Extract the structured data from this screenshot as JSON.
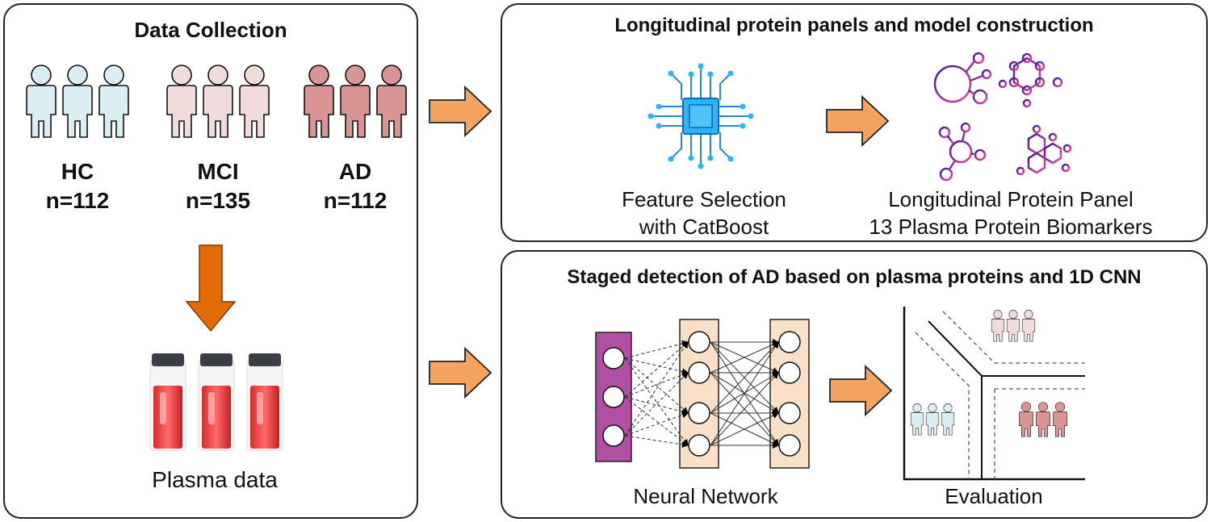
{
  "data_collection": {
    "title": "Data Collection",
    "groups": [
      {
        "label": "HC",
        "count": "n=112"
      },
      {
        "label": "MCI",
        "count": "n=135"
      },
      {
        "label": "AD",
        "count": "n=112"
      }
    ],
    "plasma_label": "Plasma data"
  },
  "panel_top": {
    "title": "Longitudinal protein panels and model construction",
    "feature_line1": "Feature Selection",
    "feature_line2": "with CatBoost",
    "panel_line1": "Longitudinal Protein Panel",
    "panel_line2": "13 Plasma Protein Biomarkers"
  },
  "panel_bottom": {
    "title": "Staged detection of AD based on plasma proteins and 1D CNN",
    "nn_label": "Neural Network",
    "eval_label": "Evaluation"
  },
  "colors": {
    "hc": "#dbeef3",
    "mci": "#f2dcdb",
    "ad": "#d99594",
    "arrow": "#f4a460",
    "arrow_down": "#e36c09",
    "chip": "#29b6f6",
    "input_layer": "#b04fa4",
    "hidden_layer": "#fbe0c8"
  }
}
